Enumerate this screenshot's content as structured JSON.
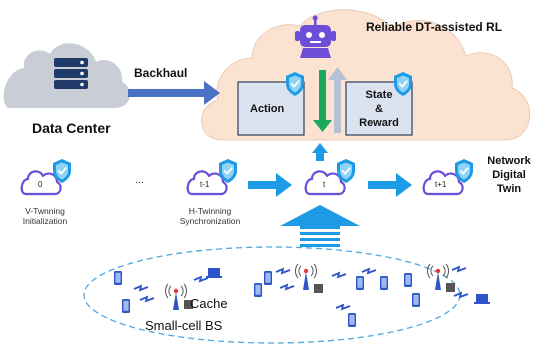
{
  "title": "Reliable DT-assisted RL",
  "labels": {
    "backhaul": "Backhaul",
    "data_center": "Data Center",
    "action": "Action",
    "state_reward": [
      "State",
      "&",
      "Reward"
    ],
    "network_digital_twin": [
      "Network",
      "Digital",
      "Twin"
    ],
    "v_twinning": [
      "V-Twnning",
      "Initialization"
    ],
    "h_twinning": [
      "H-Twinning",
      "Synchronization"
    ],
    "cache": "Cache",
    "small_cell_bs": "Small-cell BS",
    "ellipsis": "..."
  },
  "twin_clouds": [
    "0",
    "t-1",
    "t",
    "t+1"
  ],
  "colors": {
    "accent_blue": "#1E9BE6",
    "arrow_blue": "#4A72C4",
    "cloud_peach": "#FCE3D1",
    "cloud_purple": "#6D4ED6",
    "down_arrow_green": "#1AA85B",
    "up_arrow_grey": "#B4C2D8",
    "data_center_grey": "#C8CDD6",
    "db_navy": "#1F3A68",
    "ellipse_dash": "#4FA8E0"
  },
  "icons": [
    "robot-icon",
    "shield-check-icon",
    "database-icon",
    "cell-tower-icon",
    "smartphone-icon",
    "laptop-icon",
    "lightning-icon"
  ]
}
